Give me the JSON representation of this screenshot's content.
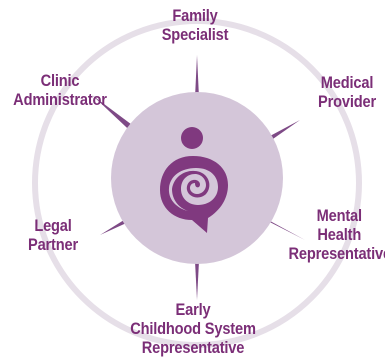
{
  "colors": {
    "ring": "#e6dfe8",
    "spokes": "#7e4a86",
    "inner_circle": "#d4c6d9",
    "logo": "#80397f",
    "label_text": "#7b2e77",
    "background": "#ffffff"
  },
  "center": {
    "icon": "mother-child-icon"
  },
  "roles": [
    {
      "id": "family",
      "lines": [
        "Family",
        "Specialist"
      ]
    },
    {
      "id": "medical",
      "lines": [
        "Medical",
        "Provider"
      ]
    },
    {
      "id": "clinic",
      "lines": [
        "Clinic",
        "Administrator"
      ]
    },
    {
      "id": "legal",
      "lines": [
        "Legal",
        "Partner"
      ]
    },
    {
      "id": "mental",
      "lines": [
        "Mental",
        "Health",
        "Representative"
      ]
    },
    {
      "id": "early",
      "lines": [
        "Early",
        "Childhood System",
        "Representative"
      ]
    }
  ]
}
